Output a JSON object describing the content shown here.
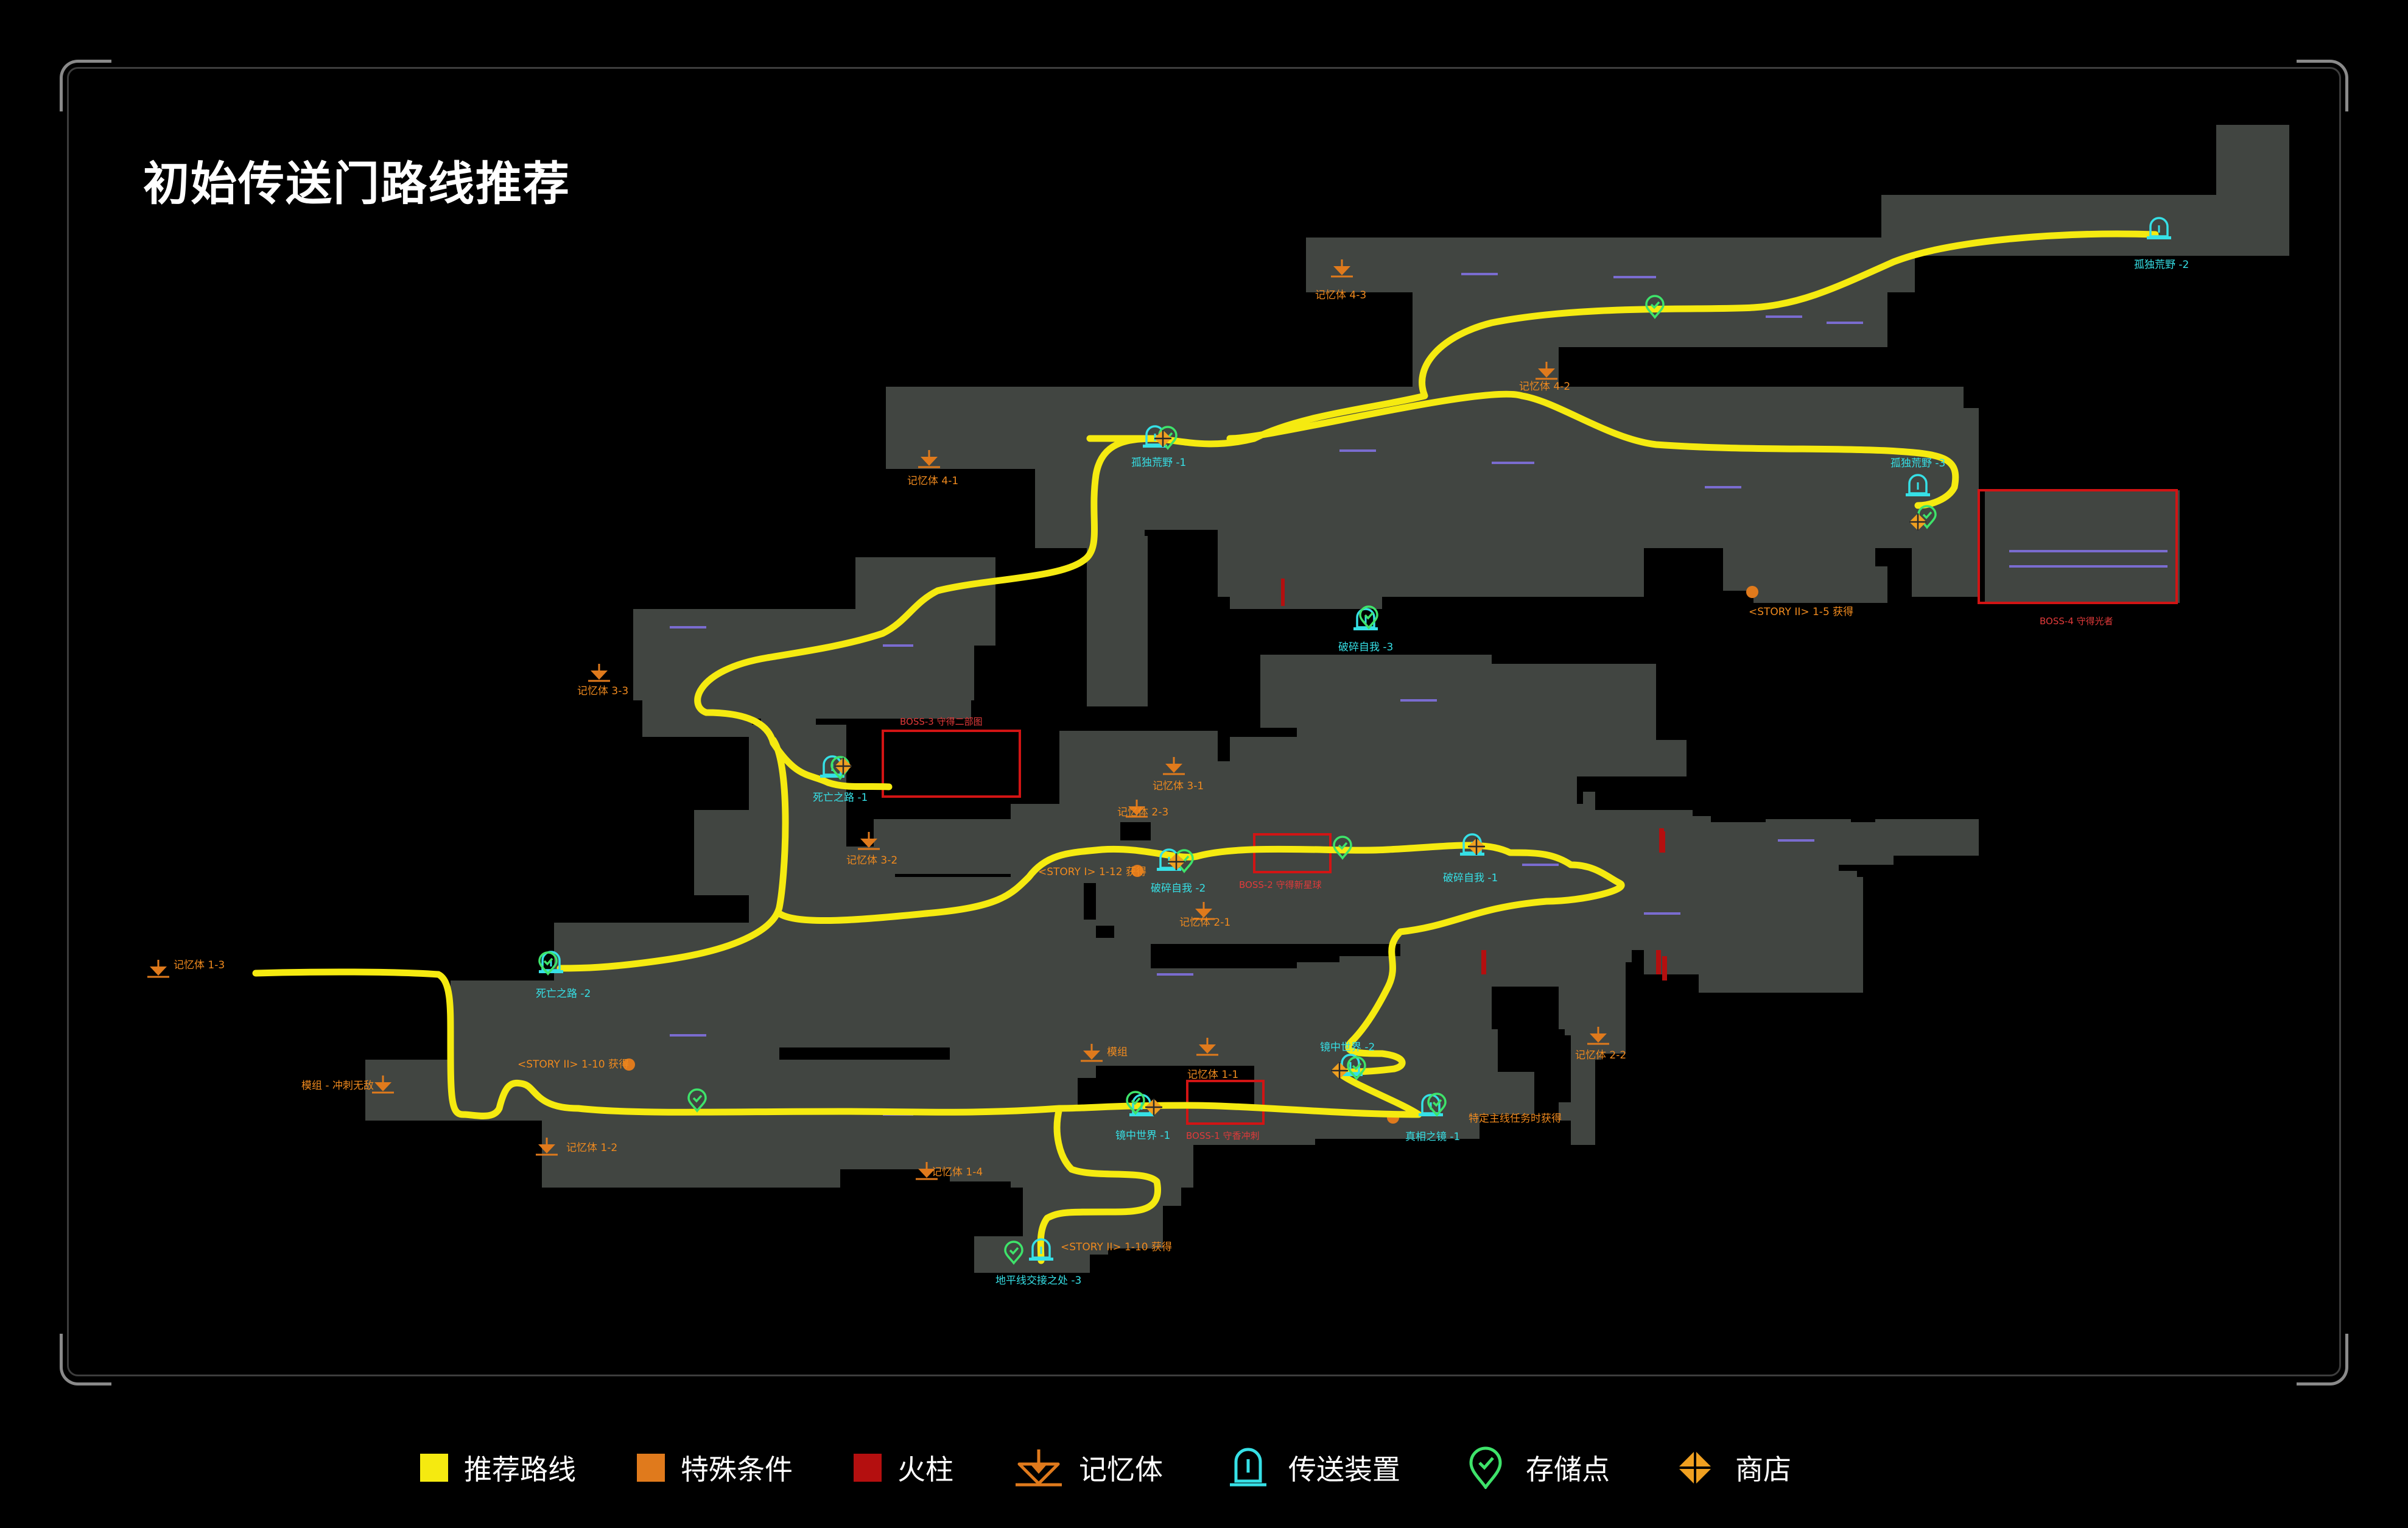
{
  "title": "初始传送门路线推荐",
  "colors": {
    "route": "#f5ea10",
    "special": "#e07a1c",
    "fire_pillar": "#b40f0f",
    "teleporter": "#36e0e6",
    "save_point": "#3ee36a",
    "shop": "#f0a020",
    "room": "#414541",
    "boss_box": "#d21414"
  },
  "map_labels": {
    "teleporters": [
      {
        "label": "孤独荒野 -2"
      },
      {
        "label": "孤独荒野 -1"
      },
      {
        "label": "孤独荒野 -3"
      },
      {
        "label": "破碎自我 -3"
      },
      {
        "label": "死亡之路 -1"
      },
      {
        "label": "破碎自我 -2"
      },
      {
        "label": "破碎自我 -1"
      },
      {
        "label": "死亡之路 -2"
      },
      {
        "label": "镜中世界 -2"
      },
      {
        "label": "镜中世界 -1"
      },
      {
        "label": "真相之镜 -1"
      },
      {
        "label": "地平线交接之处 -3"
      }
    ],
    "memories": [
      {
        "label": "记忆体 4-3"
      },
      {
        "label": "记忆体 4-2"
      },
      {
        "label": "记忆体 4-1"
      },
      {
        "label": "记忆体 3-3"
      },
      {
        "label": "记忆体 3-1"
      },
      {
        "label": "记忆体 2-3"
      },
      {
        "label": "记忆体 3-2"
      },
      {
        "label": "记忆体 2-1"
      },
      {
        "label": "记忆体 1-3"
      },
      {
        "label": "记忆体 2-2"
      },
      {
        "label": "记忆体 1-1"
      },
      {
        "label": "记忆体 1-2"
      },
      {
        "label": "记忆体 1-4"
      }
    ],
    "special": [
      {
        "label": "<STORY II> 1-5 获得"
      },
      {
        "label": "<STORY I> 1-12 获得"
      },
      {
        "label": "<STORY II> 1-10 获得"
      },
      {
        "label": "特定主线任务时获得"
      },
      {
        "label": "<STORY II> 1-10 获得"
      }
    ],
    "other": [
      {
        "label": "模组"
      },
      {
        "label": "模组 - 冲刺无敌"
      }
    ],
    "bosses": [
      {
        "label": "BOSS-4 守得光者"
      },
      {
        "label": "BOSS-3 守得二部图"
      },
      {
        "label": "BOSS-2 守得新星球"
      },
      {
        "label": "BOSS-1 守香冲刺"
      }
    ]
  },
  "legend": [
    {
      "type": "swatch",
      "color": "#f5ea10",
      "label": "推荐路线"
    },
    {
      "type": "swatch",
      "color": "#e07a1c",
      "label": "特殊条件"
    },
    {
      "type": "swatch",
      "color": "#b40f0f",
      "label": "火柱"
    },
    {
      "type": "icon",
      "icon": "memory-icon",
      "label": "记忆体"
    },
    {
      "type": "icon",
      "icon": "teleporter-icon",
      "label": "传送装置"
    },
    {
      "type": "icon",
      "icon": "save-point-icon",
      "label": "存储点"
    },
    {
      "type": "icon",
      "icon": "shop-icon",
      "label": "商店"
    }
  ]
}
